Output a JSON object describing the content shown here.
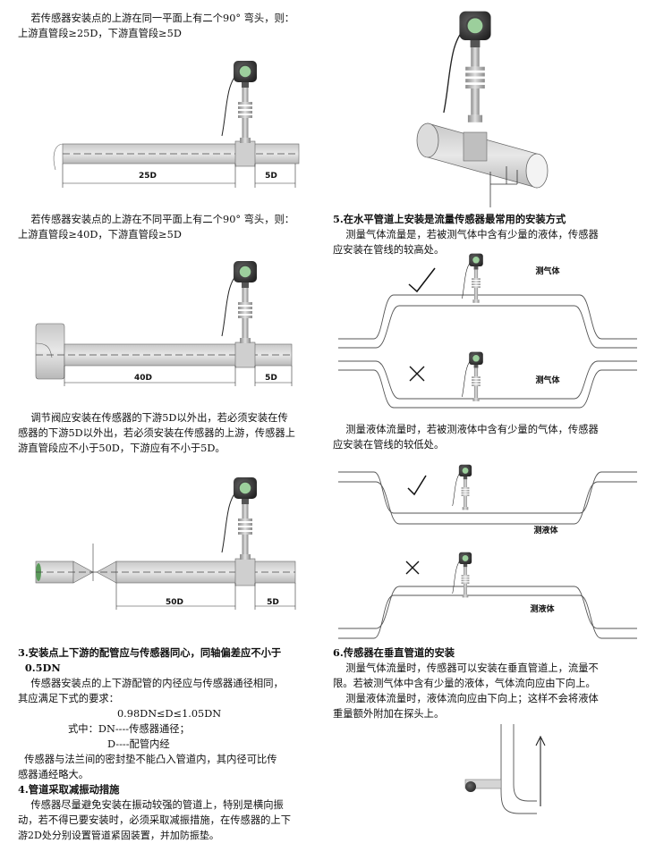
{
  "left": {
    "sec1": {
      "line1": "    若传感器安装点的上游在同一平面上有二个90° 弯头，则：",
      "line2": "上游直管段≥25D，下游直管段≥5D",
      "dim_up": "25D",
      "dim_down": "5D"
    },
    "sec2": {
      "line1": "    若传感器安装点的上游在不同平面上有二个90° 弯头，则：",
      "line2": "上游直管段≥40D，下游直管段≥5D",
      "dim_up": "40D",
      "dim_down": "5D"
    },
    "sec3": {
      "line1": "    调节阀应安装在传感器的下游5D以外出，若必须安装在传",
      "line2": "感器的下游5D以外出，若必须安装在传感器的上游，传感器上",
      "line3": "游直管段应不小于50D，下游应有不小于5D。",
      "dim_up": "50D",
      "dim_down": "5D"
    },
    "sec4": {
      "heading1": "3.安装点上下游的配管应与传感器同心，同轴偏差应不小于",
      "heading2": "  0.5DN",
      "p1": "    传感器安装点的上下游配管的内径应与传感器通径相同，",
      "p2": "其应满足下式的要求：",
      "formula": "0.98DN≤D≤1.05DN",
      "where1": "式中：DN----传感器通径；",
      "where2": "D----配管内经",
      "p3": "  传感器与法兰间的密封垫不能凸入管道内，其内径可比传",
      "p4": "感器通经略大。"
    },
    "sec5": {
      "heading": "4.管道采取减振动措施",
      "p1": "    传感器尽量避免安装在振动较强的管道上，特别是横向振",
      "p2": "动，若不得已要安装时，必须采取减振措施，在传感器的上下",
      "p3": "游2D处分别设置管道紧固装置，并加防振垫。"
    }
  },
  "right": {
    "sec5": {
      "heading": "5.在水平管道上安装是流量传感器最常用的安装方式",
      "p1": "    测量气体流量是，若被测气体中含有少量的液体，传感器",
      "p2": "应安装在管线的较高处。",
      "label_gas_ok": "测气体",
      "label_gas_bad": "测气体",
      "p3": "    测量液体流量时，若被测液体中含有少量的气体，传感器",
      "p4": "应安装在管线的较低处。",
      "label_liq_ok": "测液体",
      "label_liq_bad": "测液体"
    },
    "sec6": {
      "heading": "6.传感器在垂直管道的安装",
      "p1": "    测量气体流量时，传感器可以安装在垂直管道上，流量不",
      "p2": "限。若被测气体中含有少量的液体，气体流向应由下向上。",
      "p3": "    测量液体流量时，液体流向应由下向上；这样不会将液体",
      "p4": "重量额外附加在探头上。"
    }
  },
  "colors": {
    "pipe": "#d8d8d8",
    "pipe_dark": "#9a9a9a",
    "sensor_head": "#3a3a3a",
    "accent_green": "#2e8b57"
  }
}
